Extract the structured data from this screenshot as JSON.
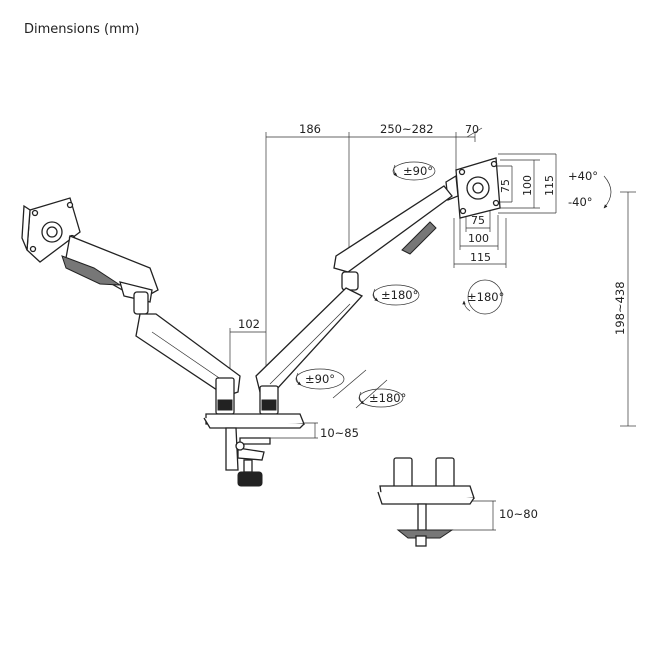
{
  "title": "Dimensions (mm)",
  "dims": {
    "reach_1": "186",
    "reach_2": "250~282",
    "vesa_offset": "70",
    "pole_offset": "102",
    "height_range": "198~438",
    "clamp_range": "10~85",
    "grommet_range": "10~80",
    "vesa_small": "75",
    "vesa_mid": "100",
    "vesa_large": "115"
  },
  "rotations": {
    "head_swivel": "±90°",
    "head_rotate": "±180°",
    "screen_rotate": "±180°",
    "base_swivel": "±90°",
    "base_rotate": "±180°",
    "tilt_up": "+40°",
    "tilt_down": "-40°"
  },
  "colors": {
    "line": "#222222",
    "background": "#ffffff"
  }
}
